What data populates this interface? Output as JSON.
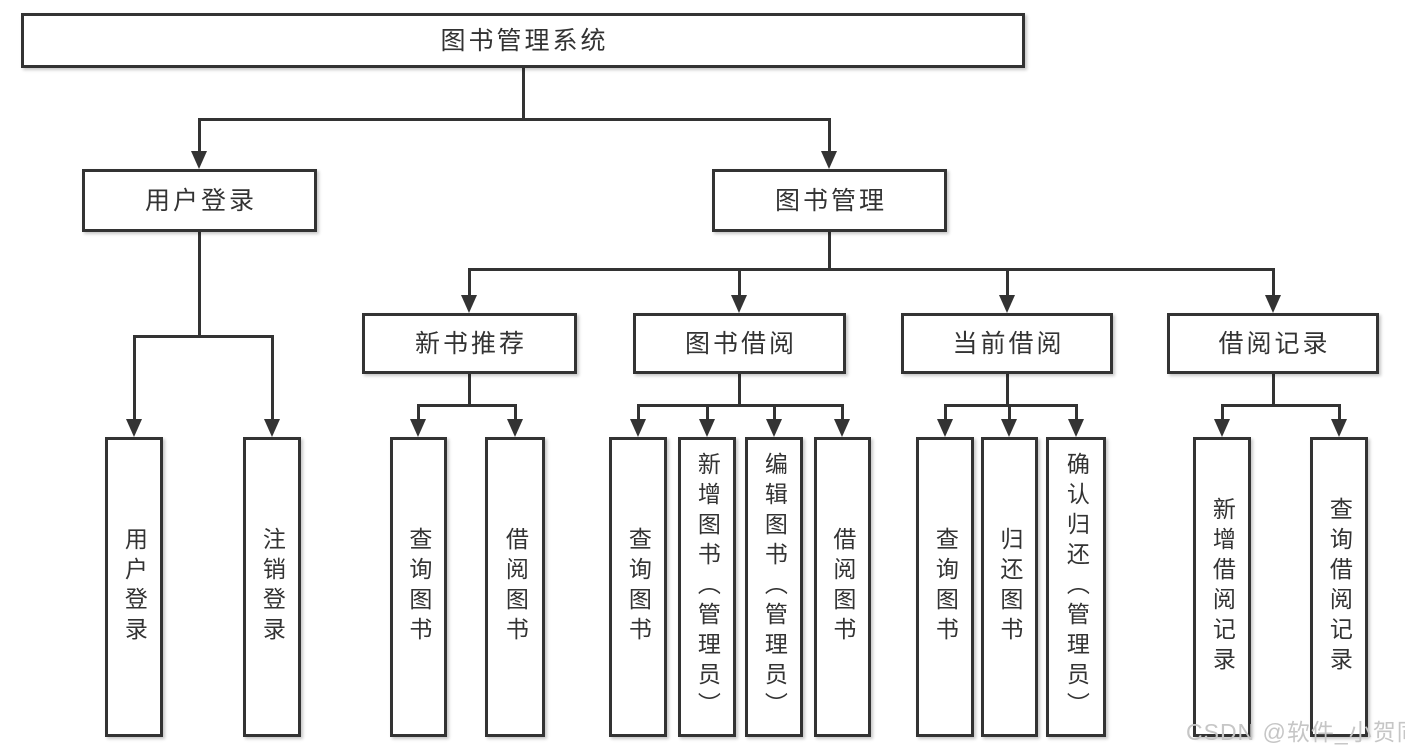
{
  "tree": {
    "root": "图书管理系统",
    "branches": [
      {
        "label": "用户登录",
        "children": [
          "用户登录",
          "注销登录"
        ]
      },
      {
        "label": "图书管理",
        "children": [
          {
            "label": "新书推荐",
            "children": [
              "查询图书",
              "借阅图书"
            ]
          },
          {
            "label": "图书借阅",
            "children": [
              "查询图书",
              "新增图书（管理员）",
              "编辑图书（管理员）",
              "借阅图书"
            ]
          },
          {
            "label": "当前借阅",
            "children": [
              "查询图书",
              "归还图书",
              "确认归还（管理员）"
            ]
          },
          {
            "label": "借阅记录",
            "children": [
              "新增借阅记录",
              "查询借阅记录"
            ]
          }
        ]
      }
    ]
  },
  "watermark": "CSDN @软件_小贺同学",
  "colors": {
    "line": "#333333",
    "text": "#333333",
    "box_background": "#ffffff",
    "page_background": "#ffffff",
    "watermark": "#c6c6c6"
  }
}
